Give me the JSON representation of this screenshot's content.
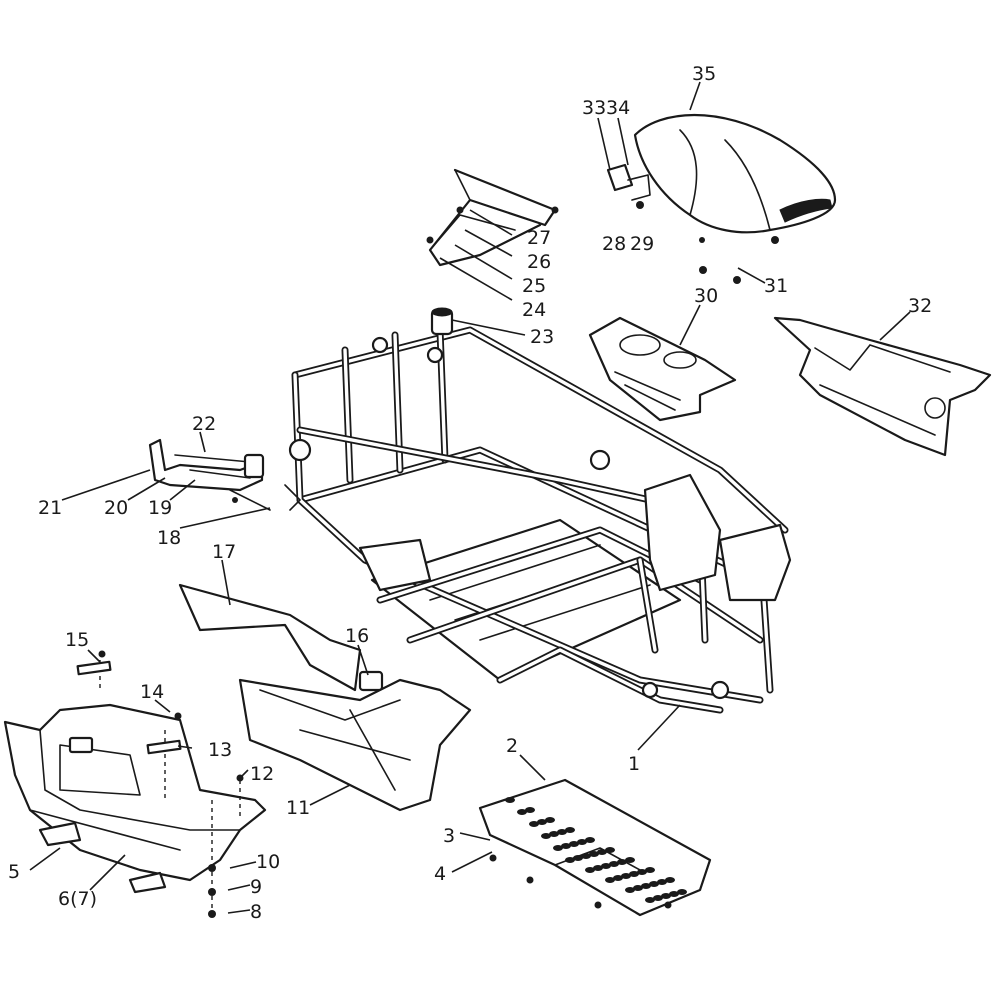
{
  "colors": {
    "ink": "#1a1a1a",
    "paper": "#ffffff"
  },
  "callouts": {
    "c1": "1",
    "c2": "2",
    "c3": "3",
    "c4": "4",
    "c5": "5",
    "c6": "6(7)",
    "c8": "8",
    "c9": "9",
    "c10": "10",
    "c11": "11",
    "c12": "12",
    "c13": "13",
    "c14": "14",
    "c15": "15",
    "c16": "16",
    "c17": "17",
    "c18": "18",
    "c19": "19",
    "c20": "20",
    "c21": "21",
    "c22": "22",
    "c23": "23",
    "c24": "24",
    "c25": "25",
    "c26": "26",
    "c27": "27",
    "c28": "28",
    "c29": "29",
    "c30": "30",
    "c31": "31",
    "c32": "32",
    "c33": "33",
    "c34": "34",
    "c35": "35"
  }
}
